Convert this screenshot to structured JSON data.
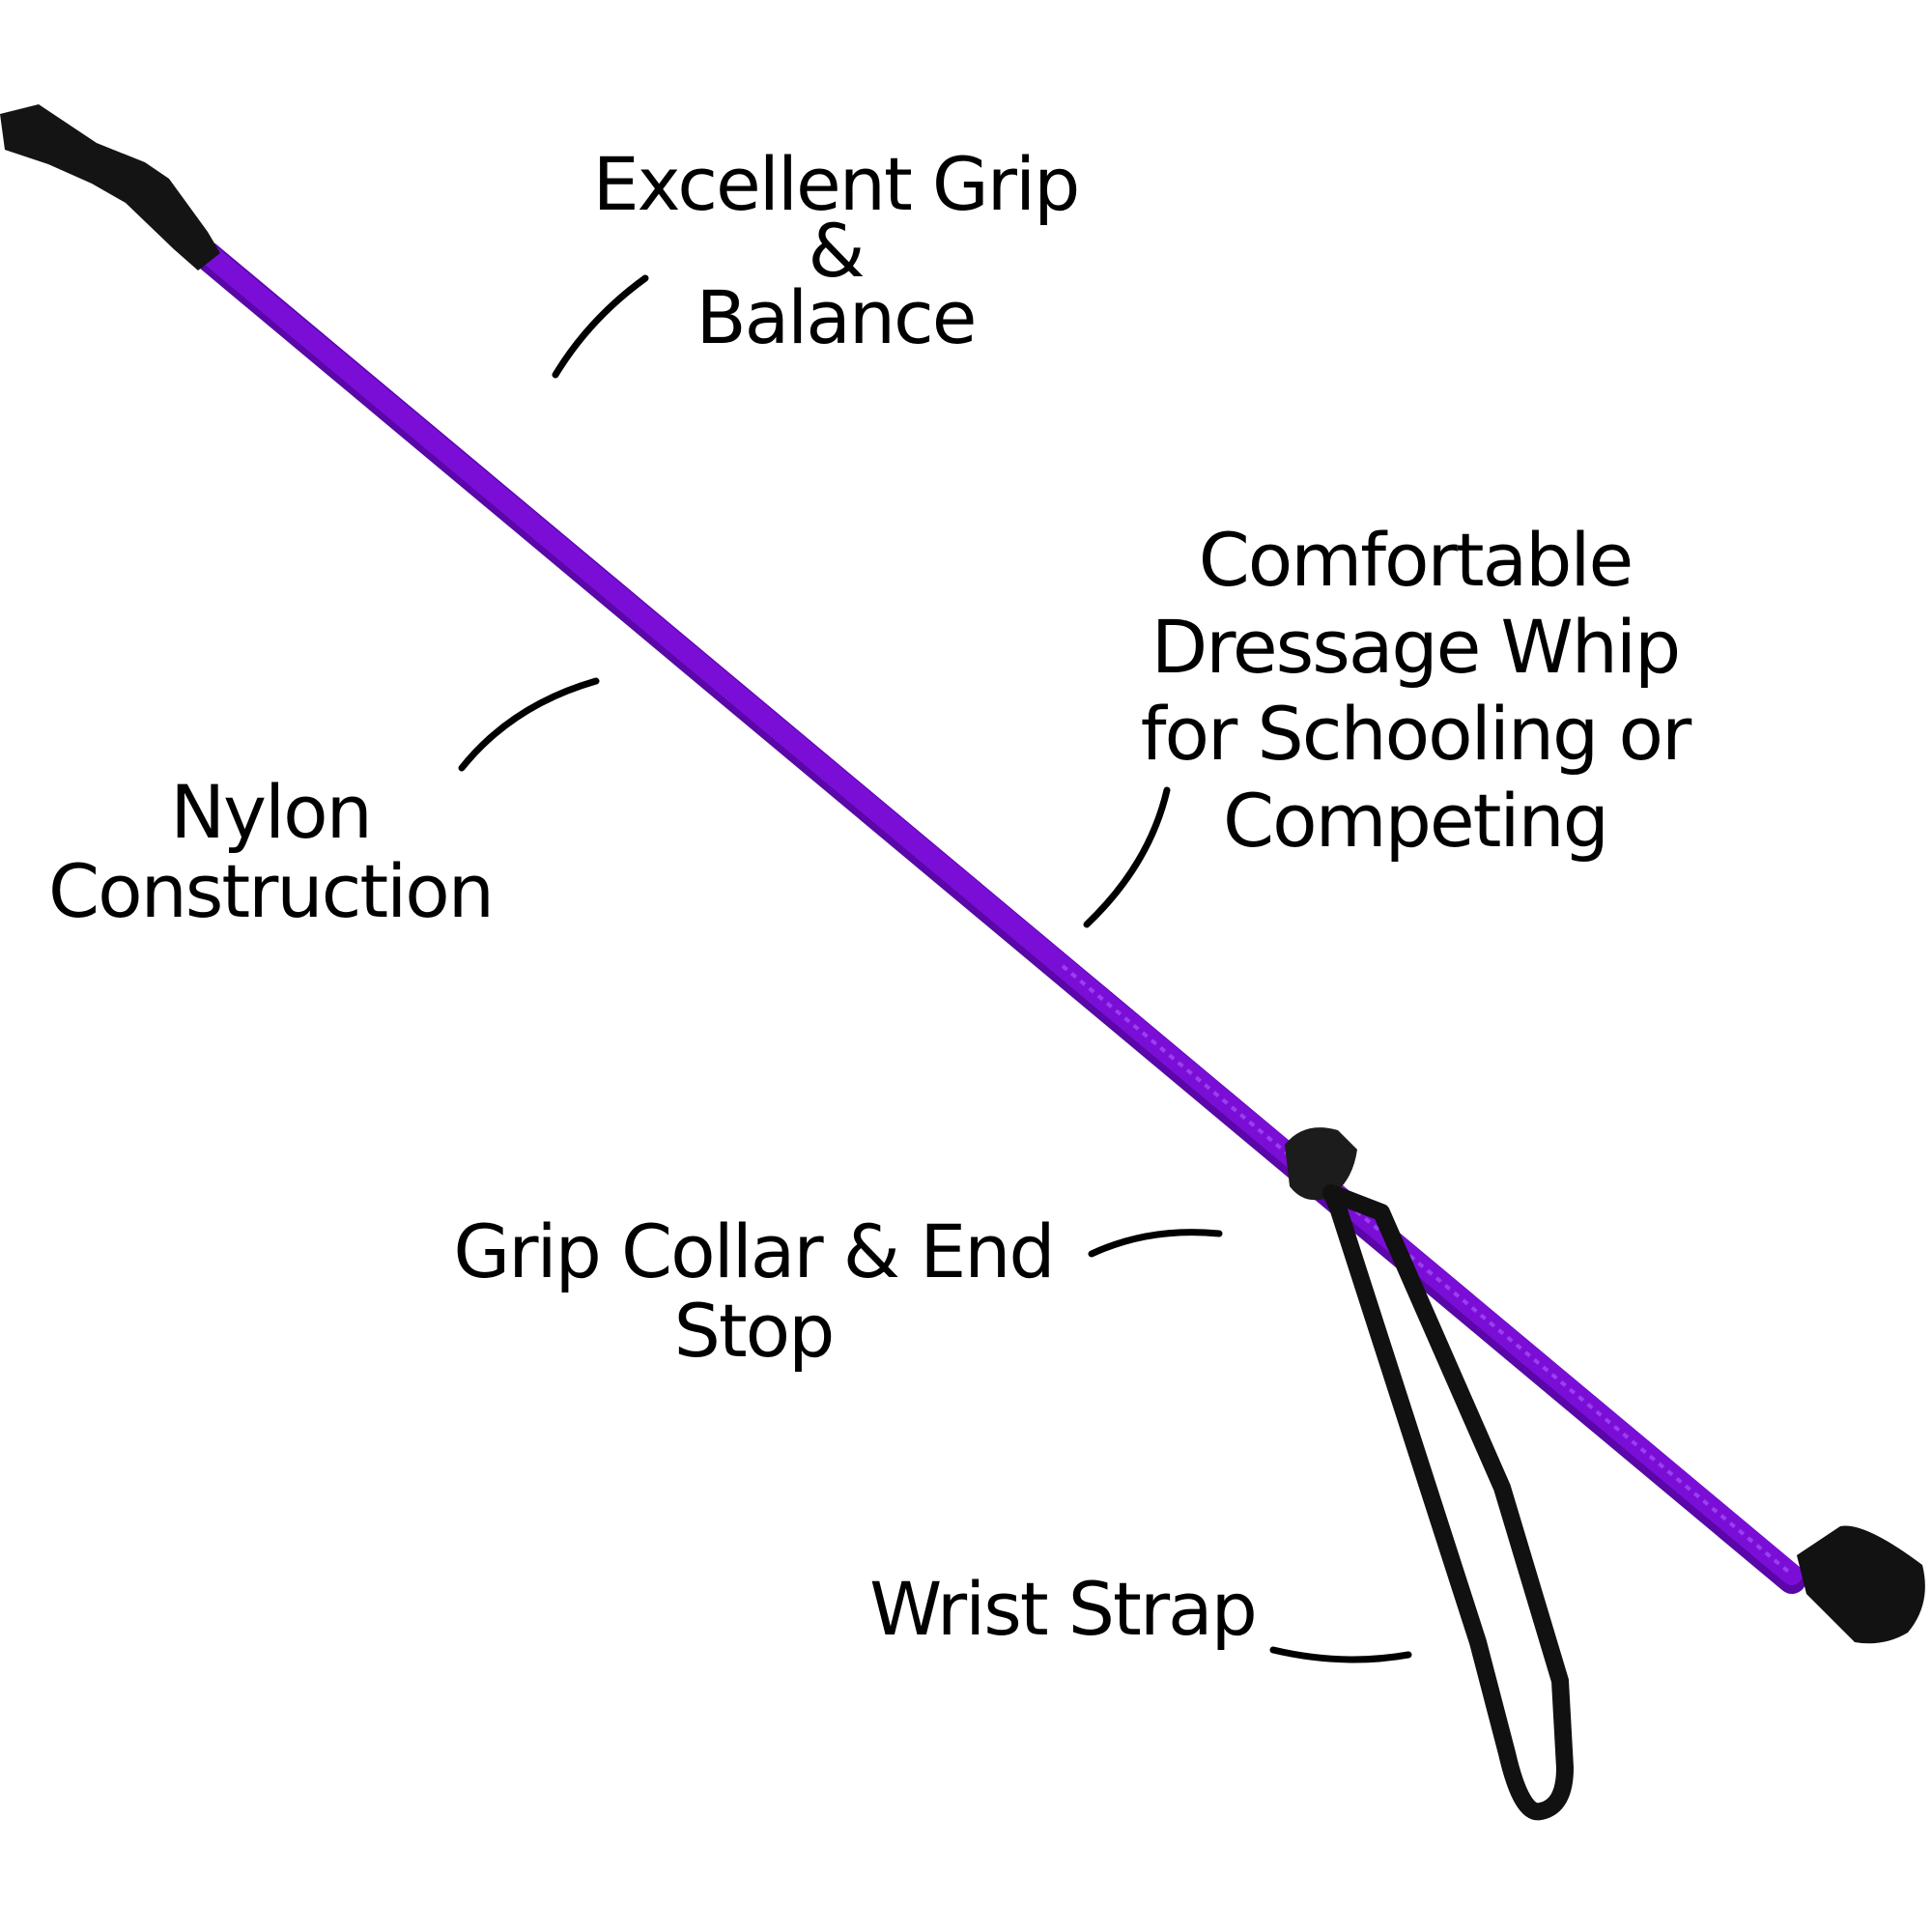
{
  "labels": {
    "grip_balance": {
      "line1": "Excellent Grip",
      "line2": "&",
      "line3": "Balance"
    },
    "dressage": {
      "line1": "Comfortable",
      "line2": "Dressage Whip",
      "line3": "for Schooling or",
      "line4": "Competing"
    },
    "nylon": {
      "line1": "Nylon",
      "line2": "Construction"
    },
    "collar": {
      "line1": "Grip Collar & End",
      "line2": "Stop"
    },
    "strap": {
      "line1": "Wrist Strap"
    }
  },
  "colors": {
    "shaft": "#7a0ed6",
    "shaft_dark": "#5a06a8",
    "grip": "#141414",
    "strap": "#111111",
    "text": "#000000",
    "background": "#ffffff"
  }
}
